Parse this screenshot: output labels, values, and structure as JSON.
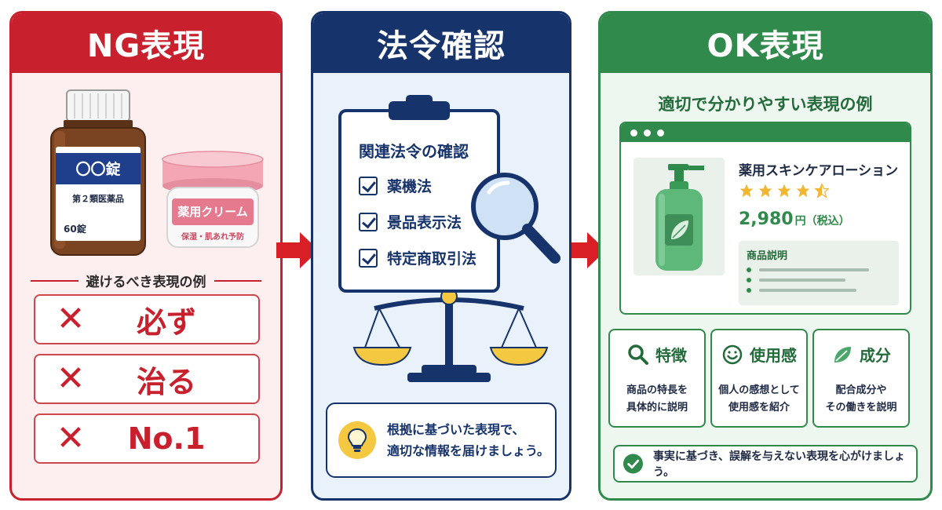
{
  "ng_panel": {
    "title": "NG表現",
    "bottle": {
      "brand": "〇〇錠",
      "category": "第２類医薬品",
      "count": "60錠"
    },
    "cream": {
      "label": "薬用クリーム",
      "sub": "保湿・肌あれ予防"
    },
    "subtitle": "避けるべき表現の例",
    "items": [
      {
        "mark": "✕",
        "text": "必ず"
      },
      {
        "mark": "✕",
        "text": "治る"
      },
      {
        "mark": "✕",
        "text": "No.1"
      }
    ]
  },
  "law_panel": {
    "title": "法令確認",
    "board_title": "関連法令の確認",
    "checklist": [
      "薬機法",
      "景品表示法",
      "特定商取引法"
    ],
    "tip_line1": "根拠に基づいた表現で、",
    "tip_line2": "適切な情報を届けましょう。"
  },
  "ok_panel": {
    "title": "OK表現",
    "subtitle": "適切で分かりやすい表現の例",
    "product": {
      "name": "薬用スキンケアローション",
      "rating": 4.5,
      "price": "2,980",
      "price_unit": "円（税込）",
      "description_label": "商品説明"
    },
    "cards": [
      {
        "icon": "search-icon",
        "title": "特徴",
        "line1": "商品の特長を",
        "line2": "具体的に説明"
      },
      {
        "icon": "smile-icon",
        "title": "使用感",
        "line1": "個人の感想として",
        "line2": "使用感を紹介"
      },
      {
        "icon": "leaf-icon",
        "title": "成分",
        "line1": "配合成分や",
        "line2": "その働きを説明"
      }
    ],
    "note": "事実に基づき、誤解を与えない表現を心がけましょう。"
  },
  "colors": {
    "ng": "#c8202c",
    "law": "#17336b",
    "ok": "#2f8a4c",
    "star": "#f2b632"
  }
}
